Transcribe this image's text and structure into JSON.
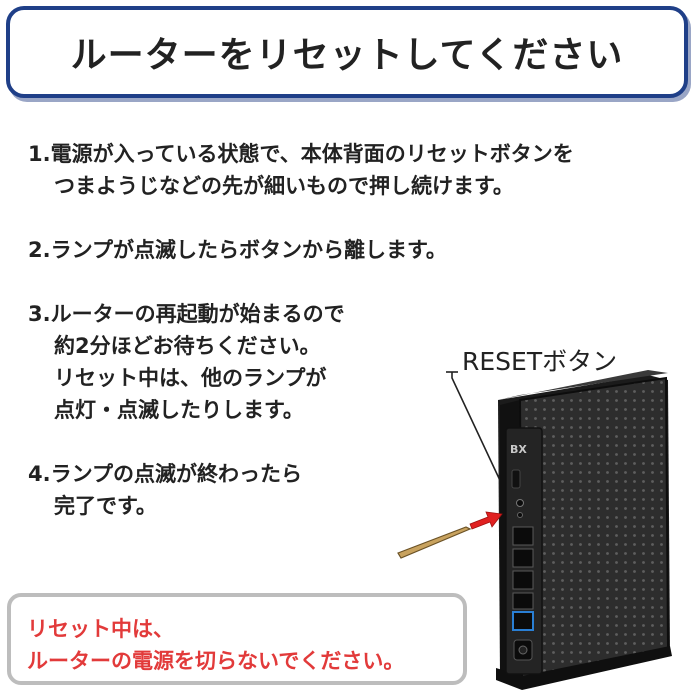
{
  "title": "ルーターをリセットしてください",
  "steps": [
    {
      "lines": [
        "1.電源が入っている状態で、本体背面のリセットボタンを",
        "つまようじなどの先が細いもので押し続けます。"
      ]
    },
    {
      "lines": [
        "2.ランプが点滅したらボタンから離します。"
      ]
    },
    {
      "lines": [
        "3.ルーターの再起動が始まるので",
        "約2分ほどお待ちください。",
        "リセット中は、他のランプが",
        "点灯・点滅したりします。"
      ]
    },
    {
      "lines": [
        "4.ランプの点滅が終わったら",
        "完了です。"
      ]
    }
  ],
  "warning": {
    "lines": [
      "リセット中は、",
      "ルーターの電源を切らないでください。"
    ]
  },
  "illustration": {
    "reset_label": "RESETボタン",
    "router_logo": "BX",
    "icons": [
      "router-device",
      "toothpick",
      "arrow-pointer"
    ]
  },
  "colors": {
    "title_border": "#1f3f88",
    "warning_text": "#e23a3a",
    "warning_border": "#bdbdbd",
    "arrow": "#e02020",
    "router_body": "#2b2b2b"
  }
}
